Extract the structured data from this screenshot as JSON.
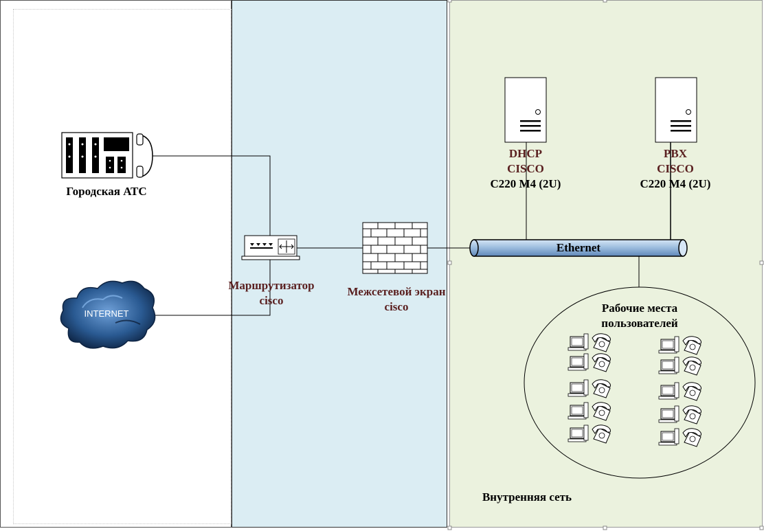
{
  "colors": {
    "dmz_zone": "#dbedf3",
    "internal_zone": "#ebf2de",
    "label_dark_red": "#5a2020",
    "ethernet_fill": "#9fbfe0",
    "cloud": "#1f4d80"
  },
  "zones": {
    "external": "",
    "dmz": "",
    "internal": "Внутренняя сеть"
  },
  "nodes": {
    "city_ats": {
      "label": "Городская АТС",
      "icon": "pbx-phone-icon"
    },
    "internet": {
      "label": "INTERNET",
      "icon": "cloud-icon"
    },
    "router": {
      "line1": "Маршрутизатор",
      "line2": "cisco",
      "icon": "router-icon"
    },
    "firewall": {
      "line1": "Межсетевой экран",
      "line2": "cisco",
      "icon": "firewall-brick-icon"
    },
    "ethernet": {
      "label": "Ethernet",
      "icon": "bus-cylinder-icon"
    },
    "dhcp_server": {
      "line1": "DHCP",
      "line2": "CISCO",
      "line3": "C220 M4 (2U)",
      "icon": "server-tower-icon"
    },
    "pbx_server": {
      "line1": "PBX",
      "line2": "CISCO",
      "line3": "C220 M4 (2U)",
      "icon": "server-tower-icon"
    },
    "workstations": {
      "line1": "Рабочие места",
      "line2": "пользователей",
      "icon": "pc-phone-icon"
    }
  }
}
